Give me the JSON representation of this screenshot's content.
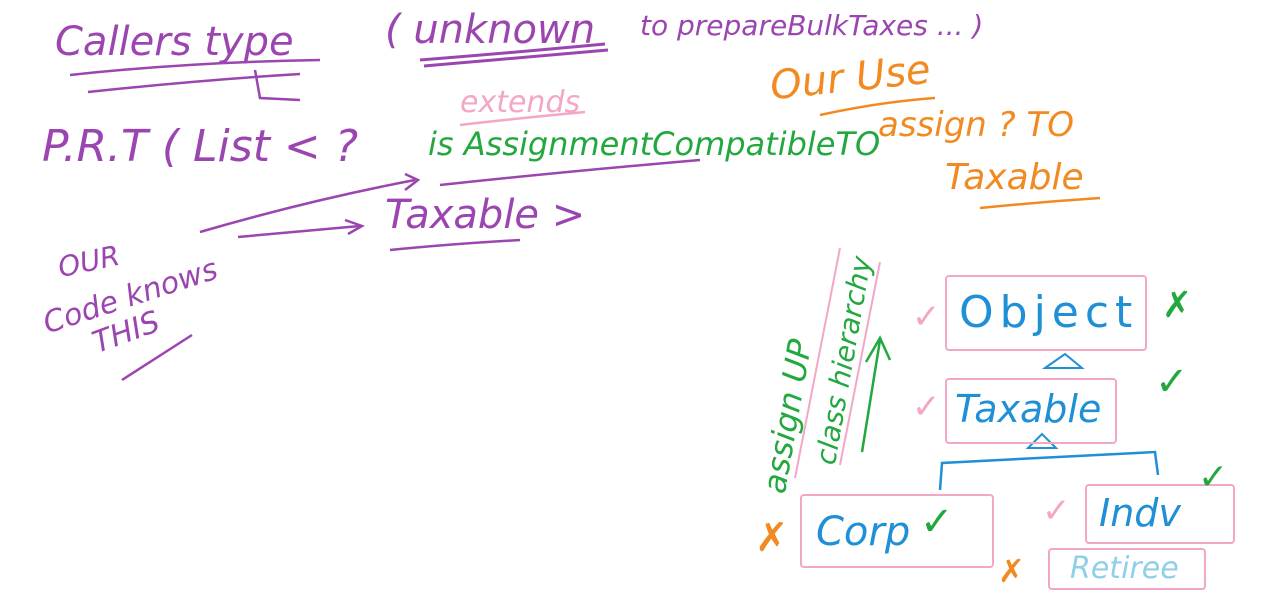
{
  "colors": {
    "purple": "#9b45b0",
    "green": "#23a83f",
    "orange": "#f28a22",
    "pink": "#f4a6c8",
    "blue": "#1f8fd6",
    "lightblue": "#8fd0e8"
  },
  "notes": {
    "callers_type": "Callers type",
    "unknown_paren": "( unknown",
    "to_prepare": "to prepareBulkTaxes ... )",
    "prt": "P.R.T ( List < ?",
    "extends": "extends",
    "is_assignment": "is AssignmentCompatibleTO",
    "taxable_generic": "Taxable >",
    "our_code_knows": "OUR",
    "our_code_knows_2": "Code knows",
    "our_code_knows_3": "THIS",
    "our_use": "Our Use",
    "assign_q_to": "assign  ?  TO",
    "taxable_orange": "Taxable",
    "assign_up": "assign UP",
    "class_hierarchy": "class hierarchy"
  },
  "hierarchy": {
    "object": "Object",
    "taxable": "Taxable",
    "corp": "Corp",
    "indv": "Indv",
    "retiree": "Retiree"
  },
  "marks": {
    "check": "✓",
    "cross": "✗"
  }
}
